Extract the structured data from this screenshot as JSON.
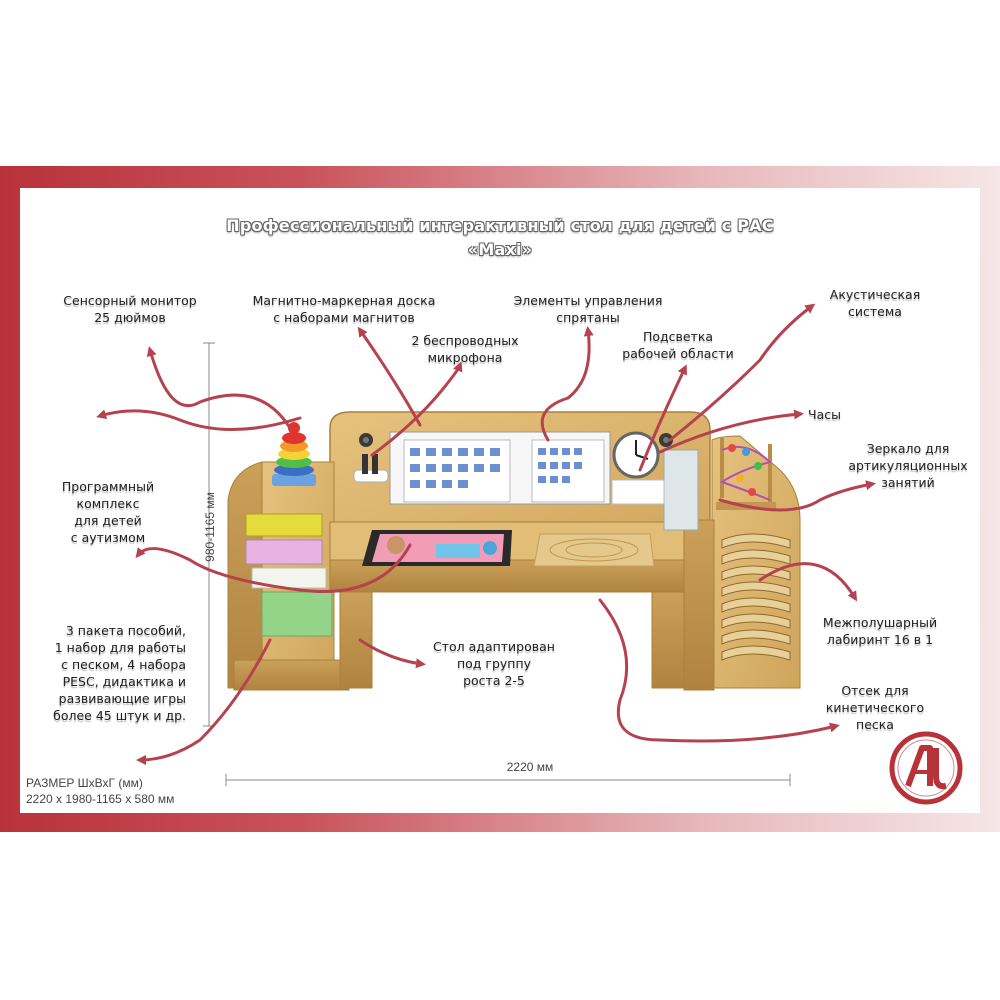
{
  "title_line1": "Профессиональный интерактивный стол для детей с РАС",
  "title_line2": "«Maxi»",
  "labels": {
    "monitor": [
      "Сенсорный монитор",
      "25 дюймов"
    ],
    "board": [
      "Магнитно-маркерная доска",
      "с наборами магнитов"
    ],
    "mics": [
      "2 беспроводных",
      "микрофона"
    ],
    "controls": [
      "Элементы управления",
      "спрятаны"
    ],
    "light": [
      "Подсветка",
      "рабочей области"
    ],
    "acoustic": [
      "Акустическая",
      "система"
    ],
    "clock": [
      "Часы"
    ],
    "mirror": [
      "Зеркало для",
      "артикуляционных",
      "занятий"
    ],
    "software": [
      "Программный",
      "комплекс",
      "для детей",
      "с аутизмом"
    ],
    "maze": [
      "Межполушарный",
      "лабиринт 16 в 1"
    ],
    "sand": [
      "Отсек для",
      "кинетического",
      "песка"
    ],
    "table": [
      "Стол адаптирован",
      "под группу",
      "роста 2-5"
    ],
    "packages": [
      "3 пакета пособий,",
      "1 набор для работы",
      "с песком, 4 набора",
      "PESC,  дидактика и",
      "развивающие игры",
      "более 45 штук и др."
    ]
  },
  "dimensions": {
    "height": "980-1165 мм",
    "width": "2220 мм",
    "size_title": "РАЗМЕР ШхВхГ (мм)",
    "size_value": "2220 х 1980-1165  х 580 мм"
  },
  "colors": {
    "arrow": "#b5434f",
    "wood": "#dcb66f",
    "wood_dark": "#b98d45",
    "frame": "#b8323a"
  },
  "icons": [
    "ring-pyramid-toy",
    "wall-clock",
    "bead-maze-toy",
    "speaker",
    "logo-monogram"
  ]
}
